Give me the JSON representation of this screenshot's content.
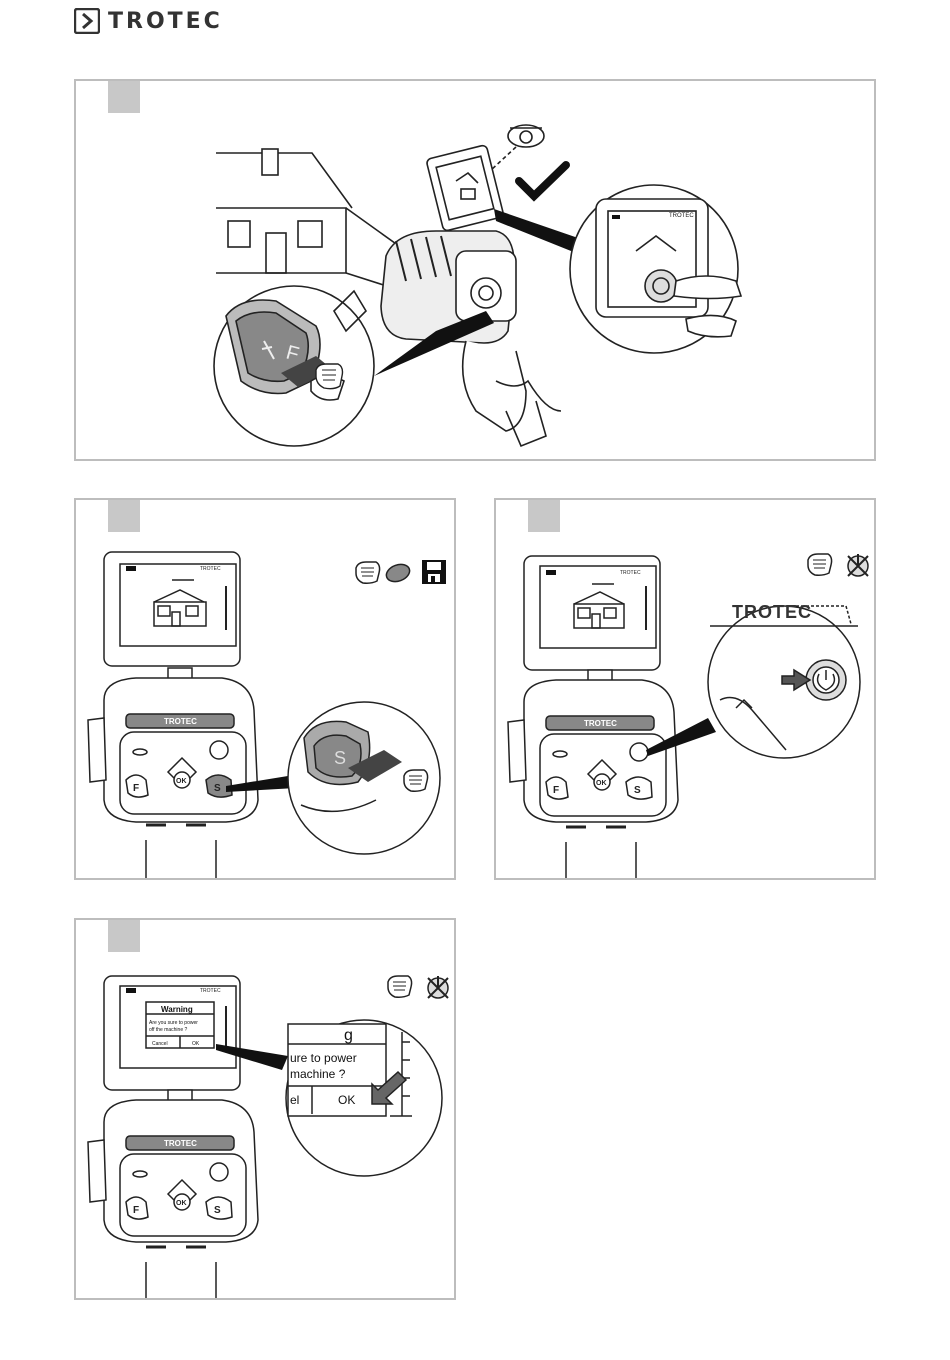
{
  "brand": {
    "name": "TROTEC"
  },
  "panel2": {
    "screen_brand": "TROTEC",
    "face_brand": "TROTEC",
    "ok_label": "OK",
    "f_label": "F",
    "s_label": "S",
    "zoom_s_label": "S"
  },
  "panel3": {
    "screen_brand": "TROTEC",
    "face_brand": "TROTEC",
    "ok_label": "OK",
    "f_label": "F",
    "s_label": "S",
    "zoom_brand": "TROTEC"
  },
  "panel4": {
    "screen_brand": "TROTEC",
    "face_brand": "TROTEC",
    "ok_label": "OK",
    "f_label": "F",
    "s_label": "S",
    "dialog_title": "Warning",
    "dialog_line1": "Are you sure to power",
    "dialog_line2": "off the machine ?",
    "dialog_cancel": "Cancel",
    "dialog_ok": "OK",
    "zoom_line1": "ure to power",
    "zoom_line2": "machine ?",
    "zoom_cancel": "el",
    "zoom_ok": "OK",
    "zoom_title": "g"
  },
  "panel1": {
    "zoom_f_label": "F",
    "screen_brand": "TROTEC"
  },
  "icons": [
    "trotec-logo-icon",
    "eye-icon",
    "check-icon",
    "hand-press-icon",
    "s-button-icon",
    "floppy-save-icon",
    "power-off-icon"
  ]
}
